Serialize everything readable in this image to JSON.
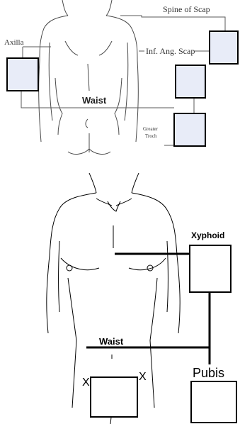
{
  "top_figure": {
    "labels": {
      "spine_of_scap": "Spine of Scap",
      "axilla": "Axilla",
      "inf_ang_scap": "Inf. Ang. Scap",
      "waist": "Waist",
      "greater_troch_line1": "Greater",
      "greater_troch_line2": "Troch"
    },
    "box_fill_color": "#e8ecf8"
  },
  "bottom_figure": {
    "labels": {
      "xyphoid": "Xyphoid",
      "waist": "Waist",
      "pubis": "Pubis",
      "x_left": "X",
      "x_right": "X"
    }
  }
}
